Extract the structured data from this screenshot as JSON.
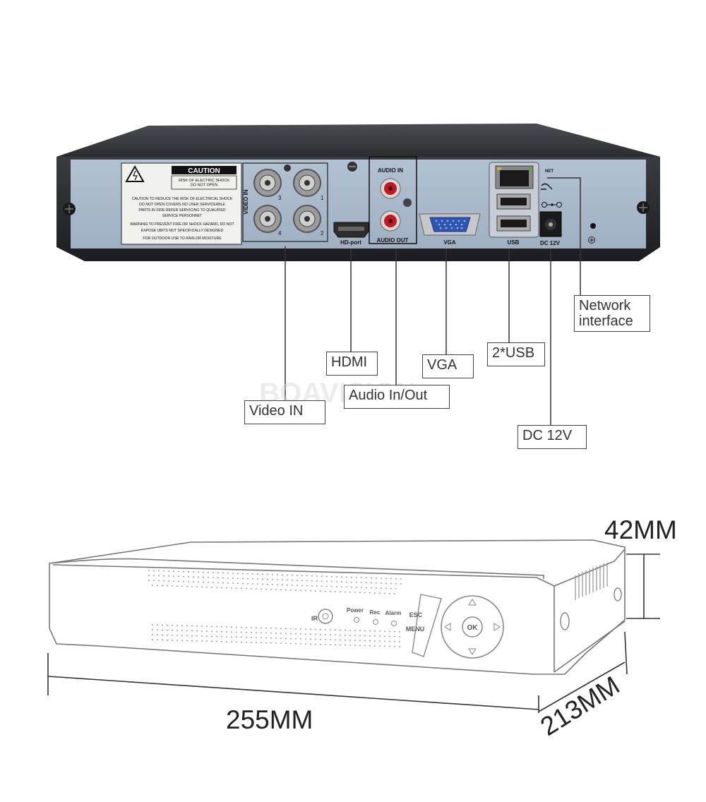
{
  "rear_panel": {
    "caution_title": "CAUTION",
    "caution_subtitle": "RISK OF ELECTRIC SHOCK\nDO NOT OPEN",
    "caution_lines": [
      "CAUTION TO REDUCE THE RISK OF ELECTRICAL SHOCK",
      "DO NOT OPEN COVERS.NO USER SERVICEABLE",
      "PARTS IN SIDE REFER SERVICING TO QUALIFIED",
      "SERVICE PERSONNET",
      "WARNING:TO PREVENT FIRE OR SHOCK HAZARD, DO NOT",
      "EXPOSE UBITS NOT SPECIFICALLY DESIGNED",
      "FOR OUTDOOR USE TO RAIN OR MOISTURE"
    ],
    "video_in_label": "VIDEO IN",
    "bnc_numbers": [
      "3",
      "1",
      "4",
      "2"
    ],
    "hdport_label": "HD-port",
    "audio_in_label": "AUDIO IN",
    "audio_out_label": "AUDIO OUT",
    "vga_label": "VGA",
    "usb_label": "USB",
    "net_label": "NET",
    "dc_label": "DC 12V"
  },
  "callouts": {
    "video_in": "Video IN",
    "hdmi": "HDMI",
    "audio": "Audio In/Out",
    "vga": "VGA",
    "usb": "2*USB",
    "network": "Network\ninterface",
    "dc": "DC 12V"
  },
  "watermark": "BOAVISION",
  "front_panel": {
    "ir_label": "IR",
    "power_label": "Power",
    "rec_label": "Rec",
    "alarm_label": "Alarm",
    "esc_label": "ESC",
    "menu_label": "MENU",
    "ok_label": "OK"
  },
  "dimensions": {
    "height": "42MM",
    "width": "255MM",
    "depth": "213MM"
  }
}
